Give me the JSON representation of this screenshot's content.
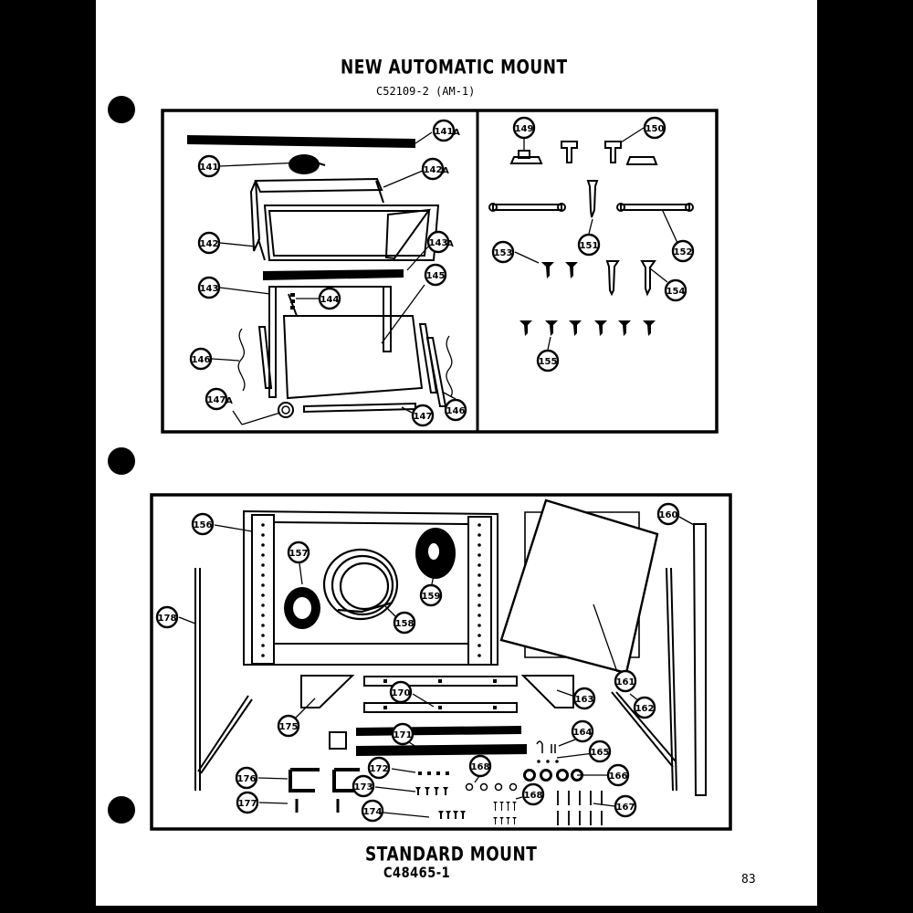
{
  "top_title": "NEW AUTOMATIC MOUNT",
  "top_code": "C52109-2 (AM-1)",
  "bottom_title": "STANDARD MOUNT",
  "bottom_code": "C48465-1",
  "page_number": "83",
  "top_callouts": {
    "c141A": {
      "num": "141",
      "suffix": "A"
    },
    "c141": {
      "num": "141"
    },
    "c142A": {
      "num": "142",
      "suffix": "A"
    },
    "c142": {
      "num": "142"
    },
    "c143A": {
      "num": "143",
      "suffix": "A"
    },
    "c143": {
      "num": "143"
    },
    "c144": {
      "num": "144"
    },
    "c145": {
      "num": "145"
    },
    "c146a": {
      "num": "146"
    },
    "c146b": {
      "num": "146"
    },
    "c147A": {
      "num": "147",
      "suffix": "A"
    },
    "c147": {
      "num": "147"
    },
    "c149": {
      "num": "149"
    },
    "c150": {
      "num": "150"
    },
    "c151": {
      "num": "151"
    },
    "c152": {
      "num": "152"
    },
    "c153": {
      "num": "153"
    },
    "c154": {
      "num": "154"
    },
    "c155": {
      "num": "155"
    }
  },
  "bottom_callouts": {
    "c156": {
      "num": "156"
    },
    "c157": {
      "num": "157"
    },
    "c158": {
      "num": "158"
    },
    "c159": {
      "num": "159"
    },
    "c160": {
      "num": "160"
    },
    "c161": {
      "num": "161"
    },
    "c162": {
      "num": "162"
    },
    "c163": {
      "num": "163"
    },
    "c164": {
      "num": "164"
    },
    "c165": {
      "num": "165"
    },
    "c166": {
      "num": "166"
    },
    "c167": {
      "num": "167"
    },
    "c168a": {
      "num": "168"
    },
    "c168b": {
      "num": "168"
    },
    "c170": {
      "num": "170"
    },
    "c171": {
      "num": "171"
    },
    "c172": {
      "num": "172"
    },
    "c173": {
      "num": "173"
    },
    "c174": {
      "num": "174"
    },
    "c175": {
      "num": "175"
    },
    "c176": {
      "num": "176"
    },
    "c177": {
      "num": "177"
    },
    "c178": {
      "num": "178"
    }
  }
}
